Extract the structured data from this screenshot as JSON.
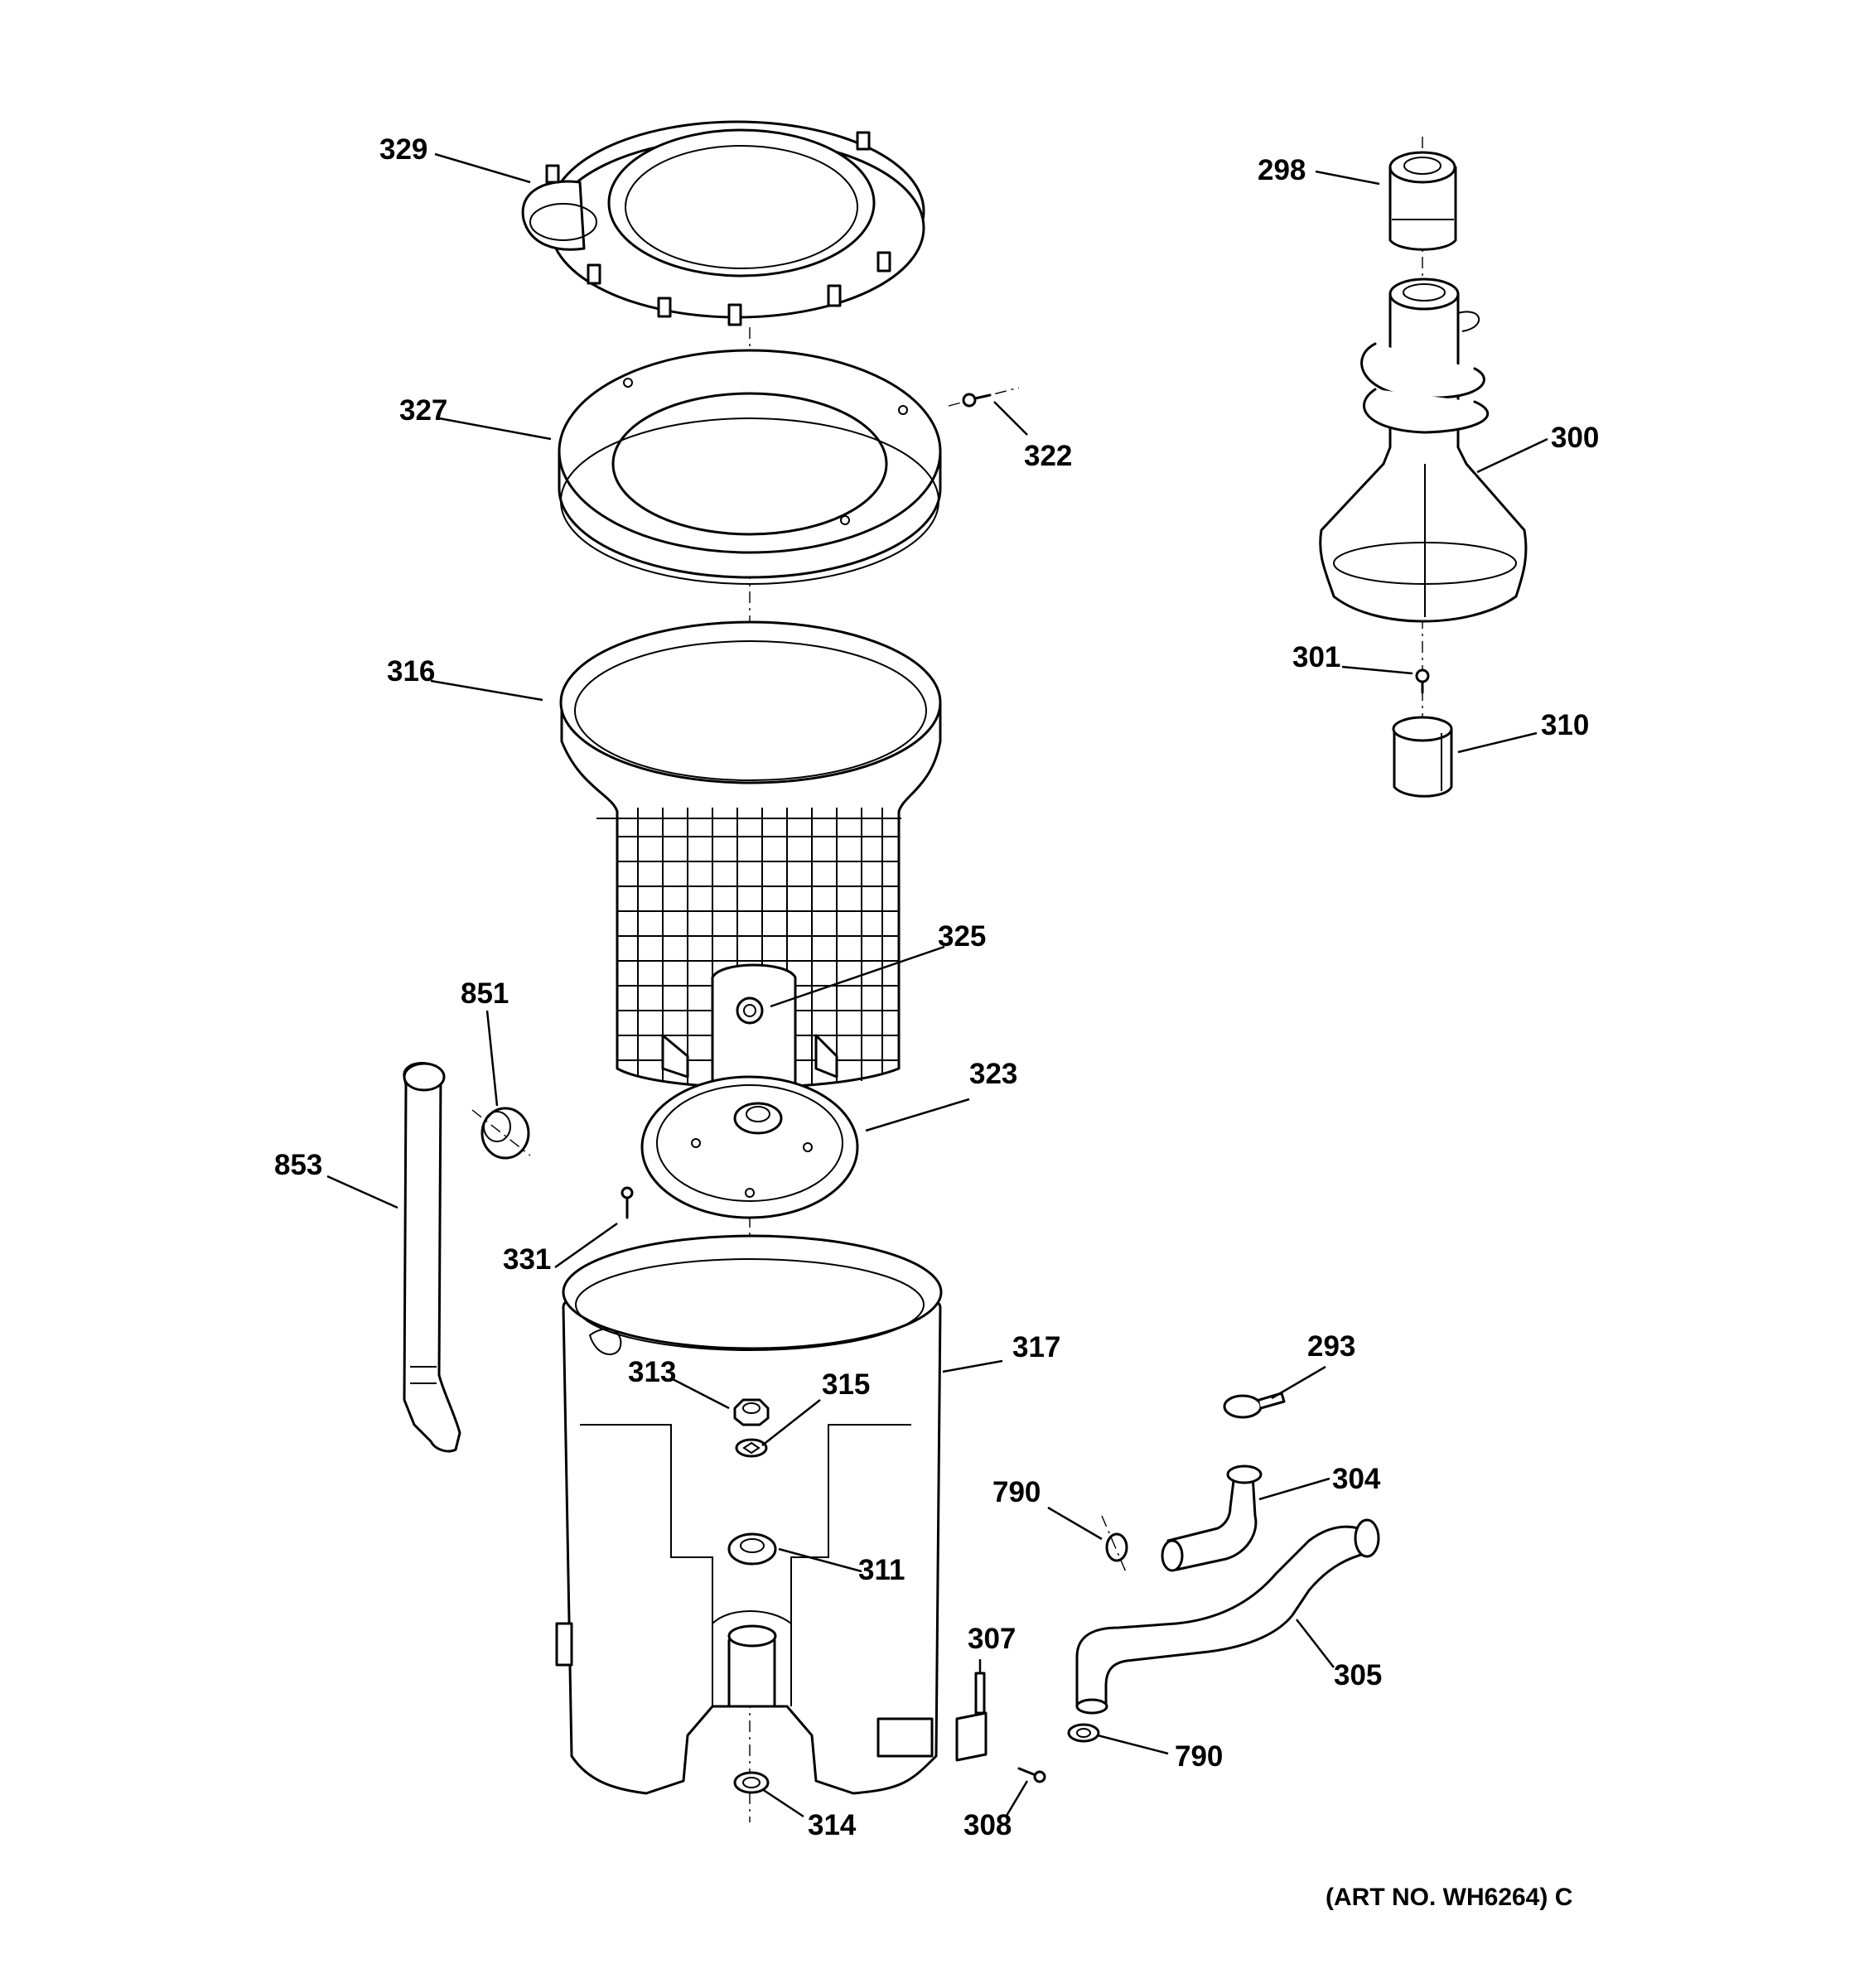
{
  "diagram": {
    "callouts": [
      {
        "id": "c329",
        "text": "329"
      },
      {
        "id": "c327",
        "text": "327"
      },
      {
        "id": "c322",
        "text": "322"
      },
      {
        "id": "c316",
        "text": "316"
      },
      {
        "id": "c325",
        "text": "325"
      },
      {
        "id": "c851",
        "text": "851"
      },
      {
        "id": "c323",
        "text": "323"
      },
      {
        "id": "c853",
        "text": "853"
      },
      {
        "id": "c331",
        "text": "331"
      },
      {
        "id": "c317",
        "text": "317"
      },
      {
        "id": "c313",
        "text": "313"
      },
      {
        "id": "c315",
        "text": "315"
      },
      {
        "id": "c311",
        "text": "311"
      },
      {
        "id": "c314",
        "text": "314"
      },
      {
        "id": "c298",
        "text": "298"
      },
      {
        "id": "c300",
        "text": "300"
      },
      {
        "id": "c301",
        "text": "301"
      },
      {
        "id": "c310",
        "text": "310"
      },
      {
        "id": "c293",
        "text": "293"
      },
      {
        "id": "c304",
        "text": "304"
      },
      {
        "id": "c790a",
        "text": "790"
      },
      {
        "id": "c305",
        "text": "305"
      },
      {
        "id": "c307",
        "text": "307"
      },
      {
        "id": "c308",
        "text": "308"
      },
      {
        "id": "c790b",
        "text": "790"
      }
    ],
    "art_number": "(ART NO. WH6264) C"
  }
}
